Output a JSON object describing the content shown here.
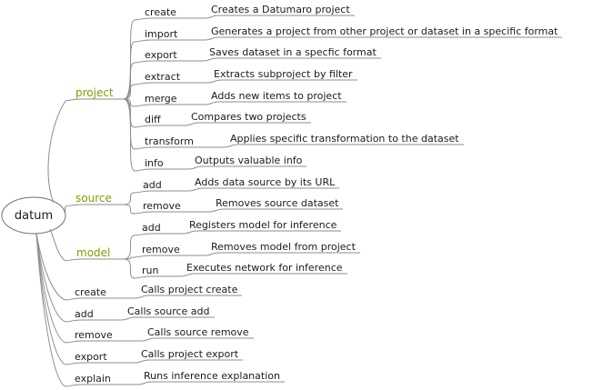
{
  "root": {
    "label": "datum"
  },
  "branches": [
    {
      "label": "project",
      "children": [
        {
          "label": "create",
          "desc": "Creates a Datumaro project"
        },
        {
          "label": "import",
          "desc": "Generates a project from other project or dataset in a specific format"
        },
        {
          "label": "export",
          "desc": "Saves dataset in a specfic format"
        },
        {
          "label": "extract",
          "desc": "Extracts subproject by filter"
        },
        {
          "label": "merge",
          "desc": "Adds new items to project"
        },
        {
          "label": "diff",
          "desc": "Compares two projects"
        },
        {
          "label": "transform",
          "desc": "Applies specific transformation to the dataset"
        },
        {
          "label": "info",
          "desc": "Outputs valuable info"
        }
      ]
    },
    {
      "label": "source",
      "children": [
        {
          "label": "add",
          "desc": "Adds data source by its URL"
        },
        {
          "label": "remove",
          "desc": "Removes source dataset"
        }
      ]
    },
    {
      "label": "model",
      "children": [
        {
          "label": "add",
          "desc": "Registers model for inference"
        },
        {
          "label": "remove",
          "desc": "Removes model from project"
        },
        {
          "label": "run",
          "desc": "Executes network for inference"
        }
      ]
    }
  ],
  "commands": [
    {
      "label": "create",
      "desc": "Calls project create"
    },
    {
      "label": "add",
      "desc": "Calls source add"
    },
    {
      "label": "remove",
      "desc": "Calls source remove"
    },
    {
      "label": "export",
      "desc": "Calls project export"
    },
    {
      "label": "explain",
      "desc": "Runs inference explanation"
    }
  ],
  "colors": {
    "branch_label": "#7d9f04",
    "text": "#1b1b1b",
    "edge": "#8e8e8e",
    "background": "#ffffff"
  }
}
